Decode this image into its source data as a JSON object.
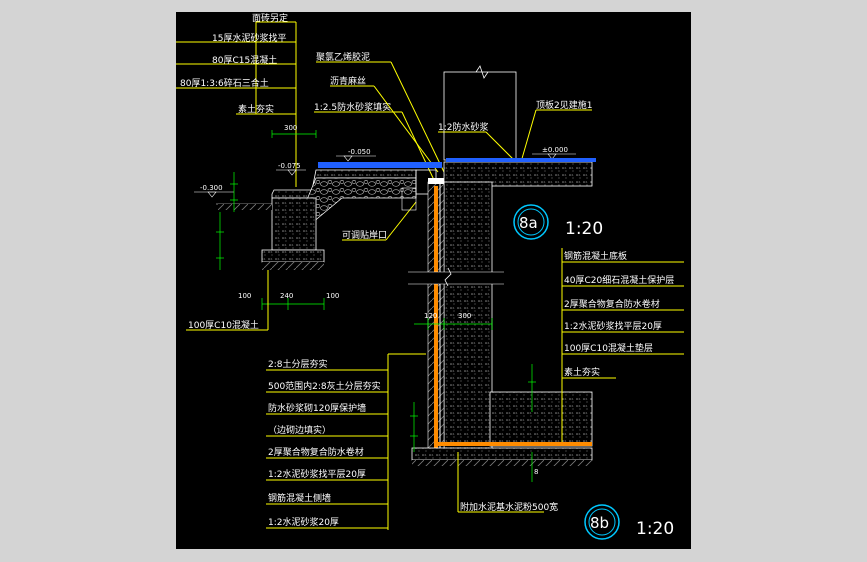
{
  "colors": {
    "background": "#000000",
    "frame": "#d4d4d4",
    "text": "#ffffff",
    "leader": "#ffff00",
    "dimension": "#00ff00",
    "waterproof": "#ff8c00",
    "membrane": "#2060ff",
    "bubble": "#00c8ff",
    "concrete_hatch": "#6a6a6a"
  },
  "top_left_notes": [
    "面砖另定",
    "15厚水泥砂浆找平",
    "80厚C15混凝土",
    "80厚1:3:6碎石三合土",
    "素土夯实"
  ],
  "callouts_top": {
    "polystyrene": "聚氯乙烯胶泥",
    "asphalt": "沥青麻丝",
    "mortar_25": "1:2.5防水砂浆填实",
    "waterproof_mortar": "1:2防水砂浆",
    "roof_ref": "顶板2见建施1",
    "drain": "可调贴岸口"
  },
  "levels": {
    "a": "-0.075",
    "b": "-0.050",
    "c": "-0.300",
    "zero": "±0.000"
  },
  "dimensions": {
    "d300": "300",
    "d240": "240",
    "d100a": "100",
    "d100b": "100",
    "d120": "120",
    "d300b": "300",
    "d8": "8"
  },
  "foundation_note": "100厚C10混凝土",
  "right_notes": [
    "钢筋混凝土底板",
    "40厚C20细石混凝土保护层",
    "2厚聚合物复合防水卷材",
    "1:2水泥砂浆找平层20厚",
    "100厚C10混凝土垫层",
    "素土夯实"
  ],
  "left_notes": [
    "2:8土分层夯实",
    "500范围内2:8灰土分层夯实",
    "防水砂浆砌120厚保护墙",
    "（边砌边填实）",
    "2厚聚合物复合防水卷材",
    "1:2水泥砂浆找平层20厚",
    "钢筋混凝土侧墙",
    "1:2水泥砂浆20厚"
  ],
  "bottom_note": "附加水泥基水泥粉500宽",
  "detail_a": {
    "id": "8a",
    "scale": "1:20"
  },
  "detail_b": {
    "id": "8b",
    "scale": "1:20"
  }
}
